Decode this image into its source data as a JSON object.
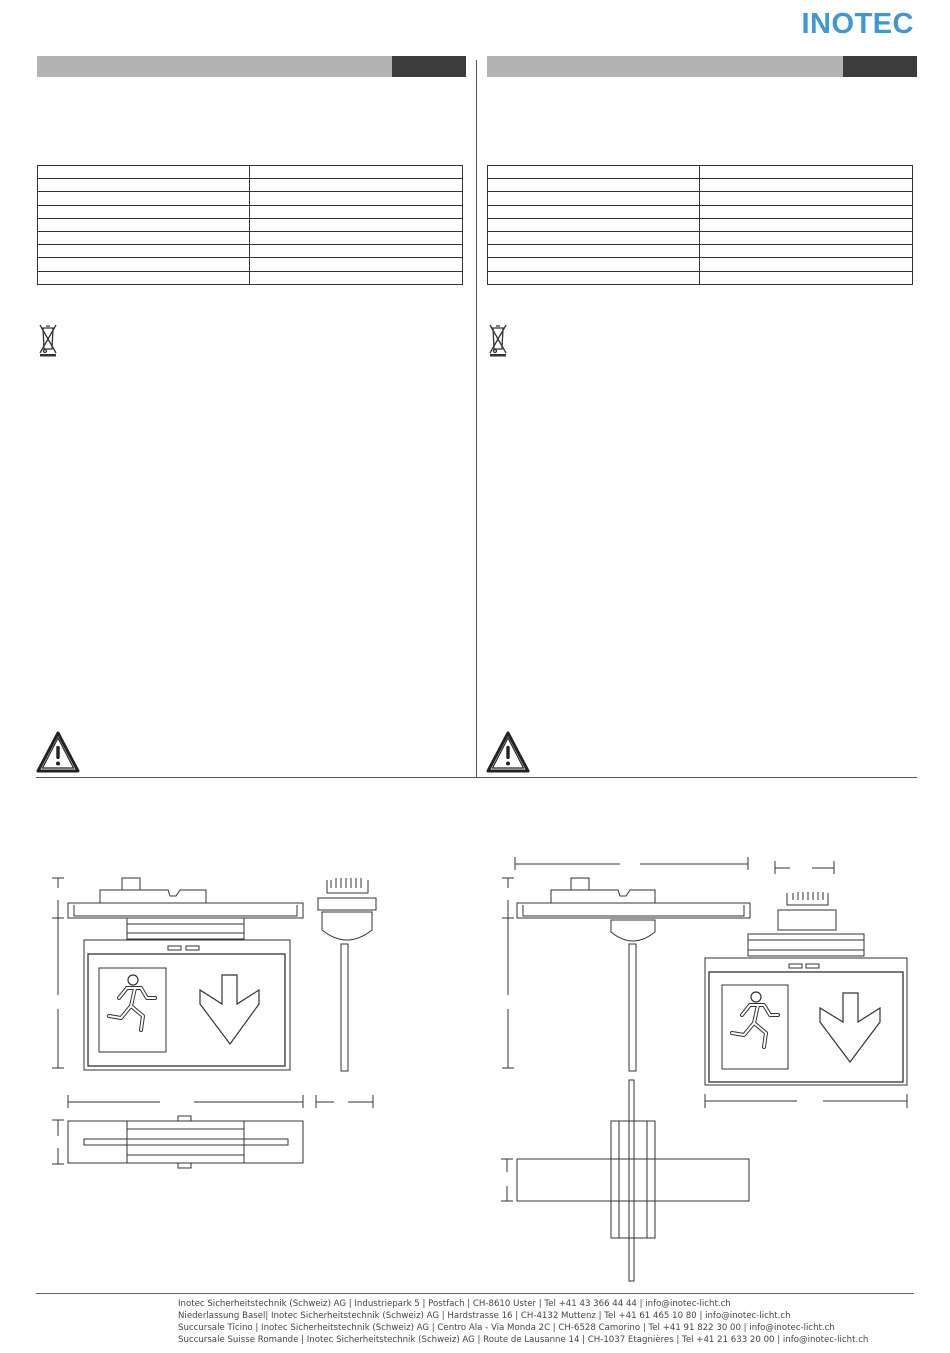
{
  "header": {
    "logo_text": "INOTEC",
    "logo_color": "#3f97d3"
  },
  "left_column": {
    "table_rows": 9,
    "icons": [
      "weee-crossed-bin-icon",
      "warning-triangle-icon"
    ]
  },
  "right_column": {
    "table_rows": 9,
    "icons": [
      "weee-crossed-bin-icon",
      "warning-triangle-icon"
    ]
  },
  "drawings": {
    "left": "exit-sign-wall-mount-dimension-drawing",
    "right": "exit-sign-ceiling-mount-dimension-drawing",
    "sign_icons": [
      "running-man-icon",
      "arrow-down-icon"
    ]
  },
  "footer": {
    "lines": [
      "Inotec Sicherheitstechnik (Schweiz) AG | Industriepark 5 | Postfach | CH-8610 Uster | Tel +41 43 366 44 44 | info@inotec-licht.ch",
      "Niederlassung Basel| Inotec Sicherheitstechnik (Schweiz) AG | Hardstrasse 16 | CH-4132 Muttenz | Tel +41 61 465 10 80 | info@inotec-licht.ch",
      "Succursale Ticino | Inotec Sicherheitstechnik (Schweiz) AG | Centro Ala - Via Monda 2C | CH-6528 Camorino | Tel +41 91 822 30 00 | info@inotec-licht.ch",
      "Succursale Suisse Romande | Inotec Sicherheitstechnik (Schweiz) AG | Route de Lausanne 14 | CH-1037 Etagnières | Tel +41 21 633 20 00 | info@inotec-licht.ch"
    ]
  }
}
